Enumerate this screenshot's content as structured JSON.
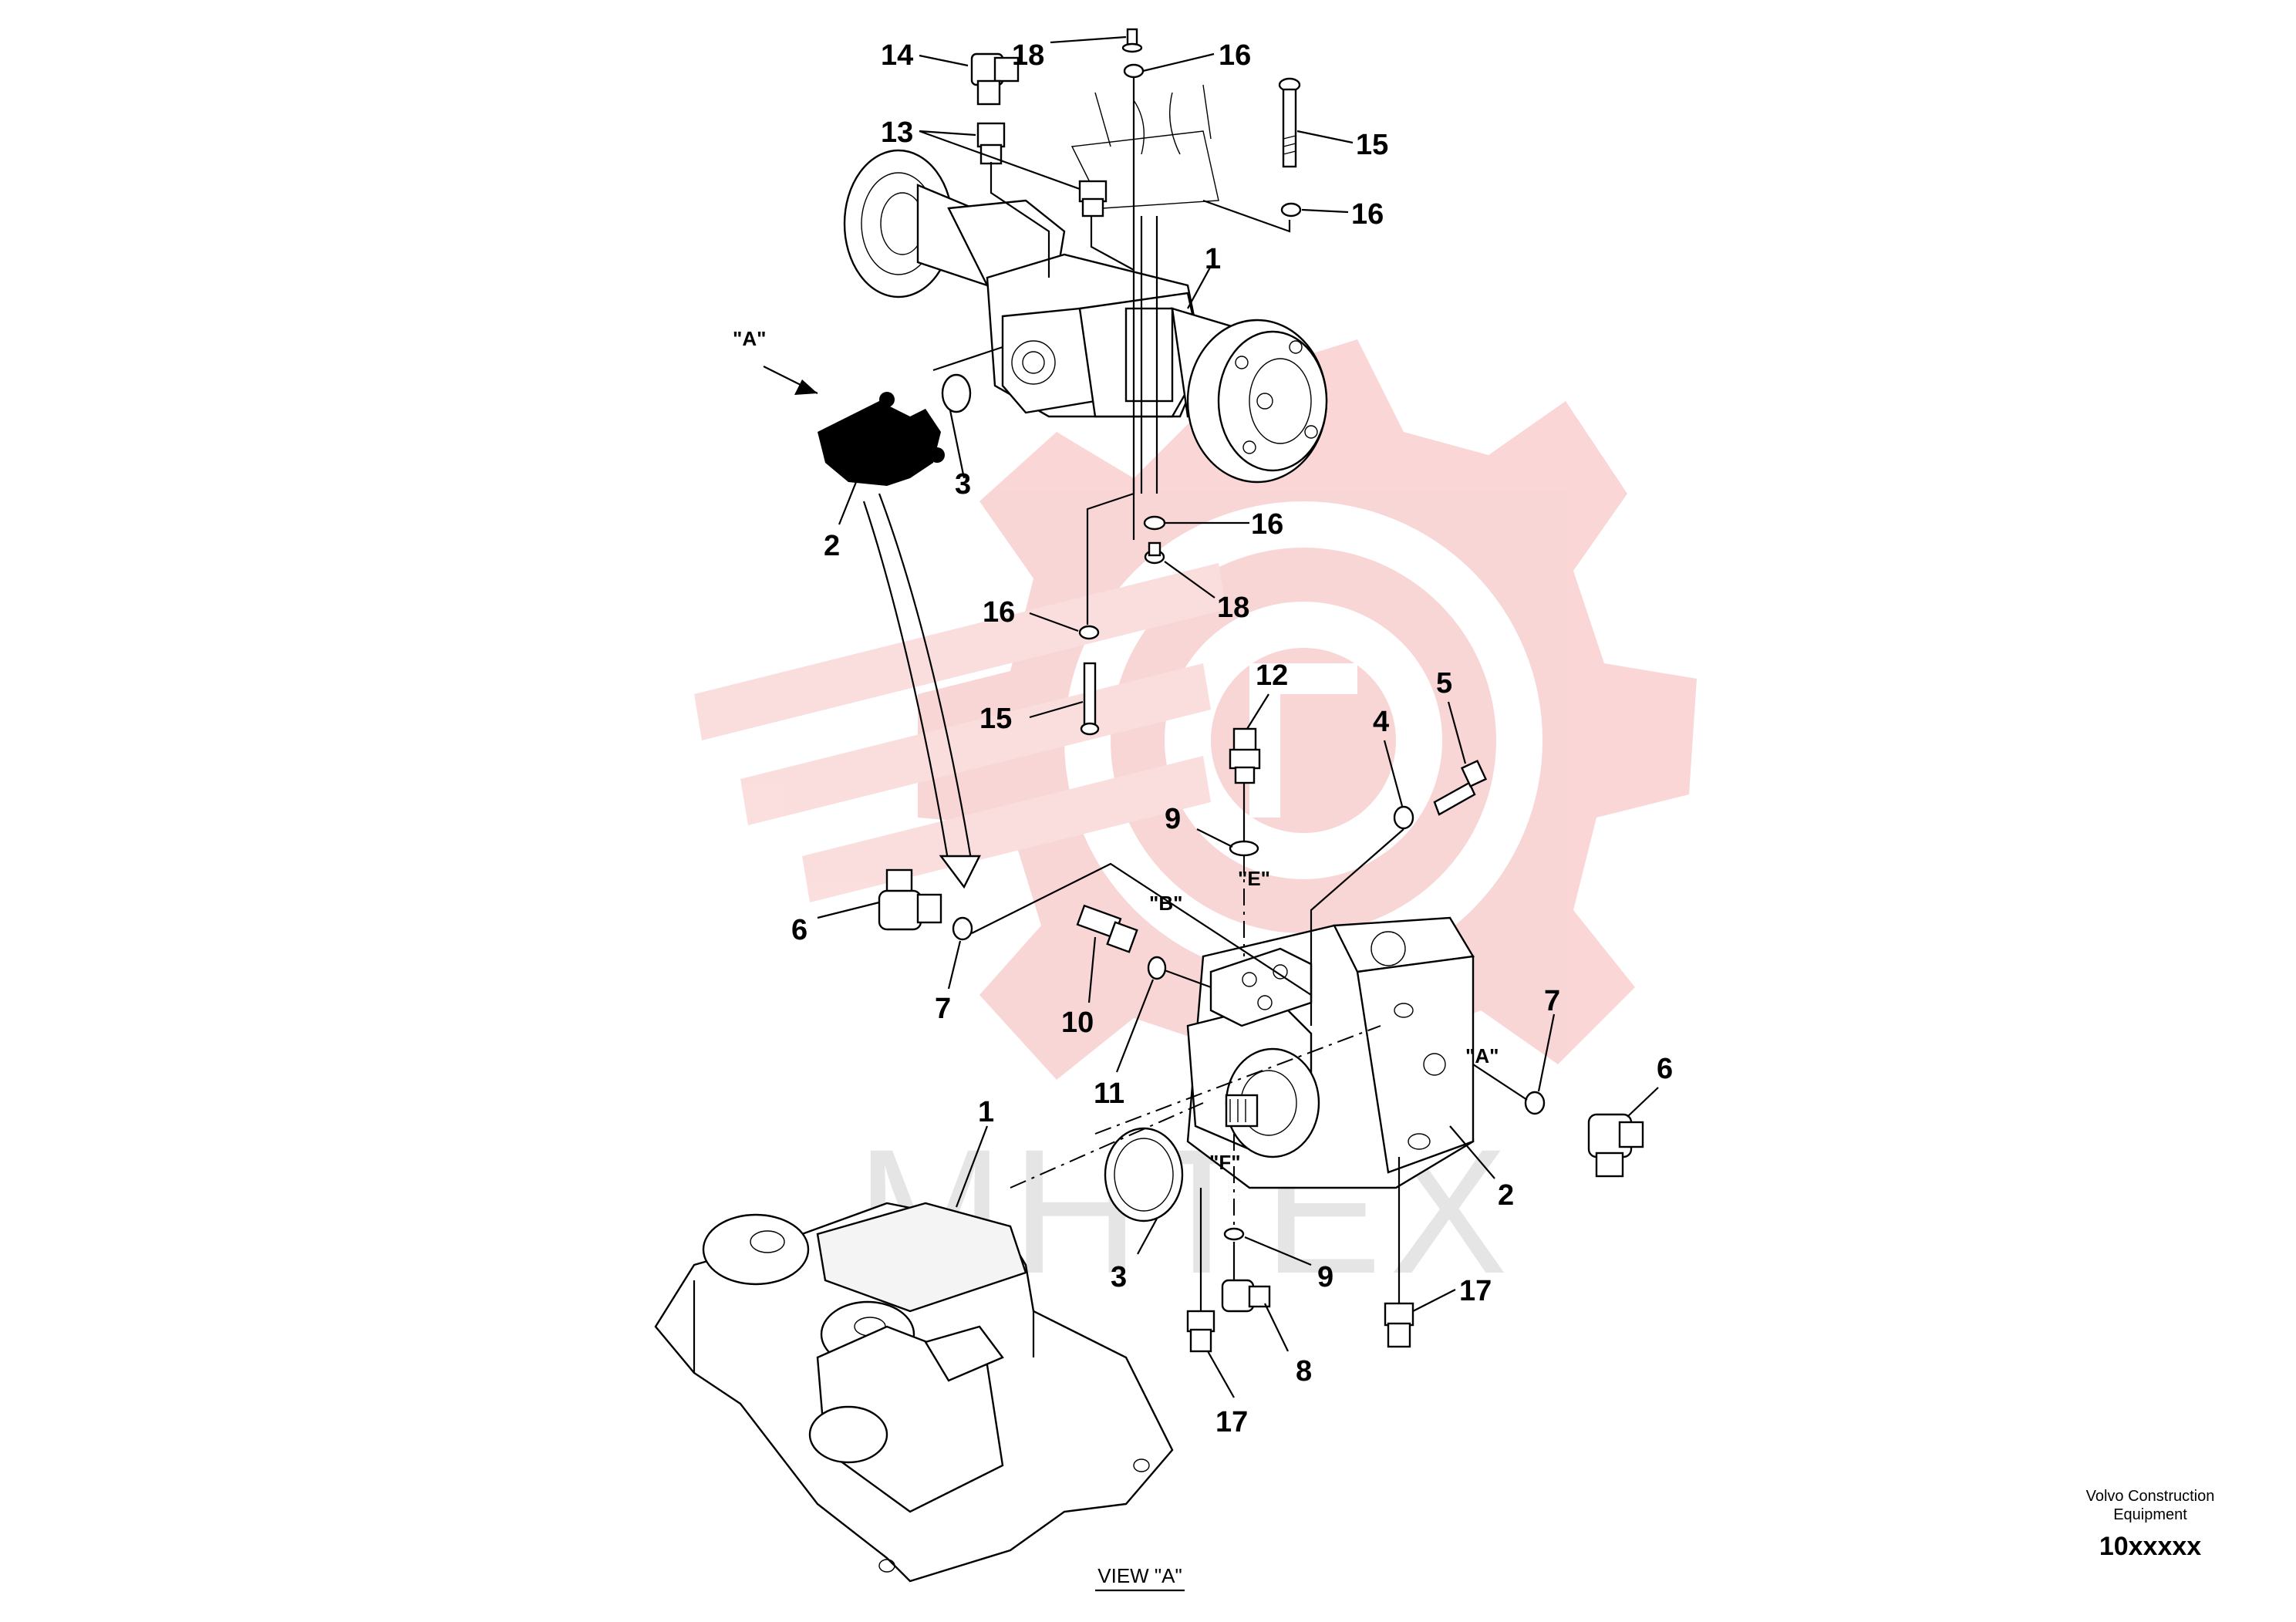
{
  "callouts": {
    "c14": "14",
    "c18a": "18",
    "c16a": "16",
    "c13": "13",
    "c15a": "15",
    "c16b": "16",
    "c1a": "1",
    "c3a": "3",
    "c2a": "2",
    "c16c": "16",
    "c18b": "18",
    "c16d": "16",
    "c15b": "15",
    "c12": "12",
    "c5": "5",
    "c4": "4",
    "c9a": "9",
    "c6a": "6",
    "c7a": "7",
    "c10": "10",
    "c11": "11",
    "c7b": "7",
    "c6b": "6",
    "c1b": "1",
    "c2b": "2",
    "c3b": "3",
    "c9b": "9",
    "c8": "8",
    "c17a": "17",
    "c17b": "17"
  },
  "view_markers": {
    "a_top": "\"A\"",
    "b": "\"B\"",
    "e": "\"E\"",
    "a_side": "\"A\"",
    "f": "\"F\""
  },
  "footer": {
    "brand_line1": "Volvo Construction",
    "brand_line2": "Equipment",
    "drawing_code": "10xxxxx",
    "view_caption": "VIEW \"A\""
  },
  "watermark": {
    "text": "MHTEX",
    "logo_color": "#f5b5b5"
  }
}
